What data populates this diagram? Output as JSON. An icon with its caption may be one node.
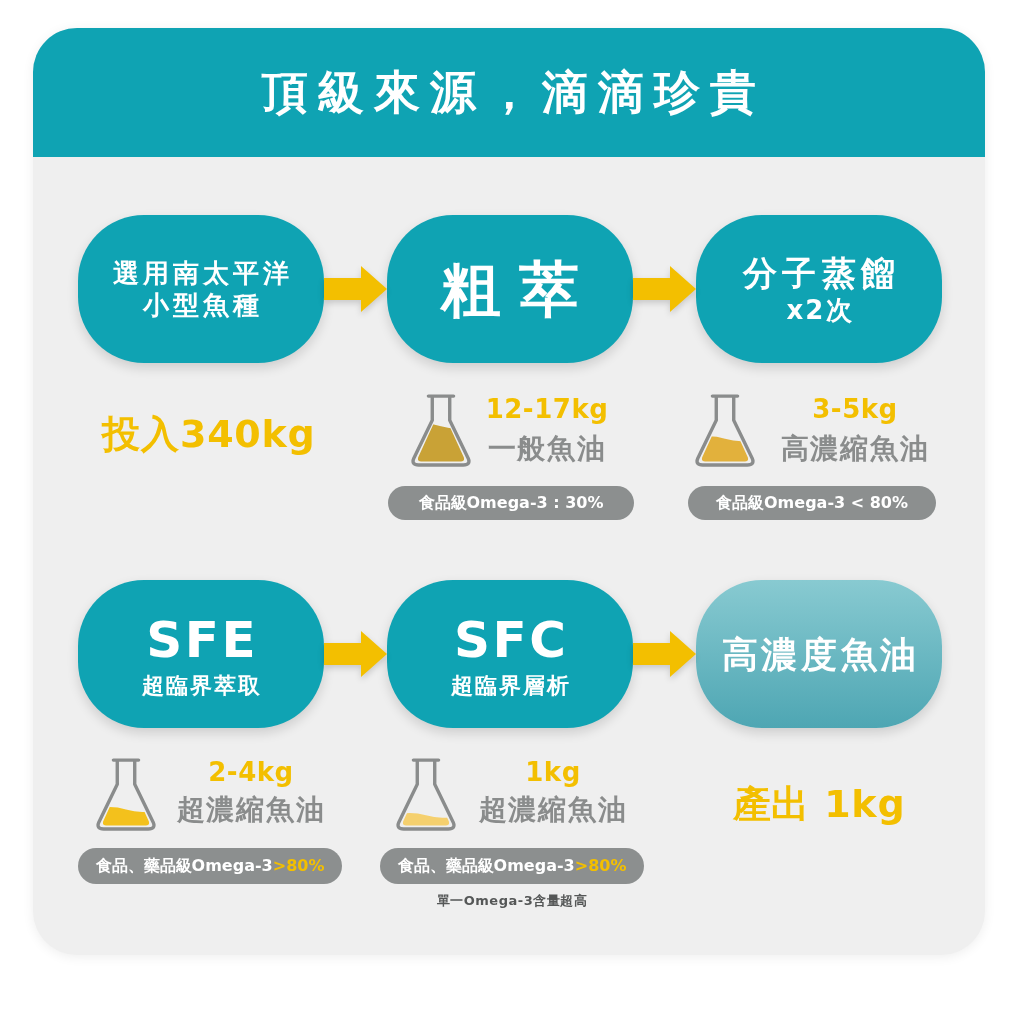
{
  "diagram": {
    "title": "頂級來源，滴滴珍貴",
    "nodes": [
      {
        "text": [
          "選用南太平洋小型魚種"
        ],
        "beside": [
          "投入340kg"
        ]
      },
      {
        "text": [
          "粗萃"
        ],
        "beside": [
          "12-17kg",
          "一般魚油"
        ]
      },
      {
        "text": [
          "分子蒸餾",
          "x2次"
        ],
        "beside": [
          "3-5kg",
          "高濃縮魚油"
        ]
      },
      {
        "text": [
          "食品級Omega-3 : 30%"
        ]
      },
      {
        "text": [
          "食品級Omega-3 < 80%"
        ]
      },
      {
        "text": [
          "SFE",
          "超臨界萃取"
        ],
        "beside": [
          "2-4kg",
          "超濃縮魚油"
        ]
      },
      {
        "text": [
          "SFC",
          "超臨界層析"
        ],
        "beside": [
          "1kg",
          "超濃縮魚油"
        ]
      },
      {
        "text": [
          "高濃度魚油"
        ],
        "beside": [
          "產出 1kg"
        ]
      },
      {
        "text": [
          "食品、藥品級Omega-3",
          ">80%"
        ]
      },
      {
        "text": [
          "食品、藥品級Omega-3",
          ">80%"
        ],
        "beside": [
          "單一Omega-3含量超高"
        ]
      }
    ],
    "edges": [
      {
        "from": 0,
        "to": 1,
        "arrow": "to"
      },
      {
        "from": 1,
        "to": 2,
        "arrow": "to"
      },
      {
        "from": 5,
        "to": 6,
        "arrow": "to"
      },
      {
        "from": 6,
        "to": 7,
        "arrow": "to"
      }
    ]
  }
}
